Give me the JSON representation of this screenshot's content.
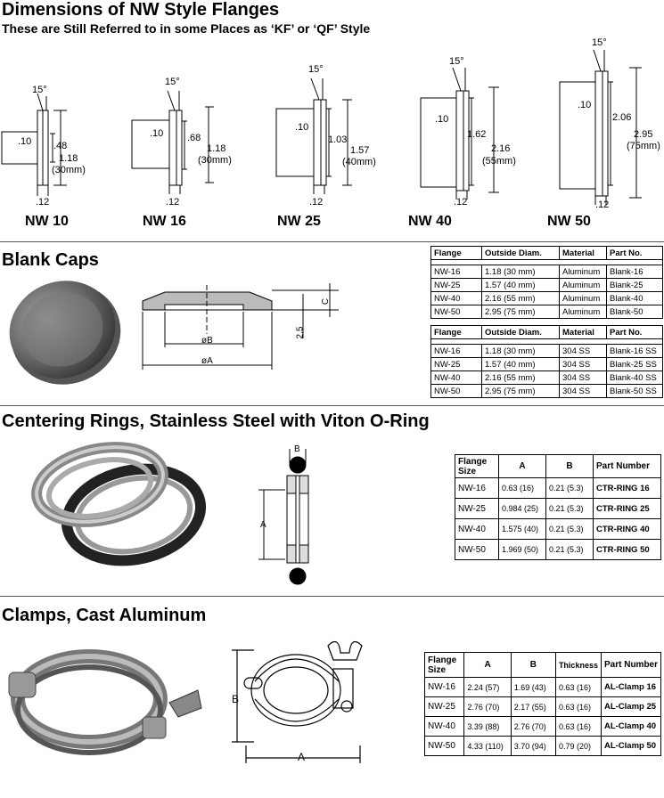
{
  "header": {
    "title": "Dimensions of NW Style Flanges",
    "subtitle": "These are Still Referred to in some Places as ‘KF’ or ‘QF’ Style"
  },
  "flanges": [
    {
      "label": "NW 10",
      "angle": "15°",
      "bore": ".10",
      "inner": ".48",
      "outer": "1.18",
      "outer_mm": "(30mm)",
      "thick": ".12"
    },
    {
      "label": "NW 16",
      "angle": "15°",
      "bore": ".10",
      "inner": ".68",
      "outer": "1.18",
      "outer_mm": "(30mm)",
      "thick": ".12"
    },
    {
      "label": "NW 25",
      "angle": "15°",
      "bore": ".10",
      "inner": "1.03",
      "outer": "1.57",
      "outer_mm": "(40mm)",
      "thick": ".12"
    },
    {
      "label": "NW 40",
      "angle": "15°",
      "bore": ".10",
      "inner": "1.62",
      "outer": "2.16",
      "outer_mm": "(55mm)",
      "thick": ".12"
    },
    {
      "label": "NW 50",
      "angle": "15°",
      "bore": ".10",
      "inner": "2.06",
      "outer": "2.95",
      "outer_mm": "(75mm)",
      "thick": ".12"
    }
  ],
  "blank_caps": {
    "title": "Blank Caps",
    "diagram_labels": {
      "b": "øB",
      "a": "øA",
      "c": "C",
      "depth": "2.5"
    },
    "headers": [
      "Flange",
      "Outside Diam.",
      "Material",
      "Part No."
    ],
    "aluminum": [
      [
        "NW-16",
        "1.18 (30 mm)",
        "Aluminum",
        "Blank-16"
      ],
      [
        "NW-25",
        "1.57 (40 mm)",
        "Aluminum",
        "Blank-25"
      ],
      [
        "NW-40",
        "2.16 (55 mm)",
        "Aluminum",
        "Blank-40"
      ],
      [
        "NW-50",
        "2.95 (75 mm)",
        "Aluminum",
        "Blank-50"
      ]
    ],
    "steel": [
      [
        "NW-16",
        "1.18 (30 mm)",
        "304 SS",
        "Blank-16 SS"
      ],
      [
        "NW-25",
        "1.57 (40 mm)",
        "304 SS",
        "Blank-25 SS"
      ],
      [
        "NW-40",
        "2.16 (55 mm)",
        "304 SS",
        "Blank-40 SS"
      ],
      [
        "NW-50",
        "2.95 (75 mm)",
        "304 SS",
        "Blank-50 SS"
      ]
    ]
  },
  "centering_rings": {
    "title": "Centering Rings, Stainless Steel with Viton O-Ring",
    "diagram_labels": {
      "a": "A",
      "b": "B"
    },
    "headers": [
      "Flange Size",
      "A",
      "B",
      "Part Number"
    ],
    "rows": [
      [
        "NW-16",
        "0.63 (16)",
        "0.21 (5.3)",
        "CTR-RING 16"
      ],
      [
        "NW-25",
        "0.984 (25)",
        "0.21 (5.3)",
        "CTR-RING 25"
      ],
      [
        "NW-40",
        "1.575 (40)",
        "0.21 (5.3)",
        "CTR-RING 40"
      ],
      [
        "NW-50",
        "1.969 (50)",
        "0.21 (5.3)",
        "CTR-RING 50"
      ]
    ]
  },
  "clamps": {
    "title": "Clamps, Cast Aluminum",
    "diagram_labels": {
      "a": "A",
      "b": "B"
    },
    "headers": [
      "Flange Size",
      "A",
      "B",
      "Thickness",
      "Part Number"
    ],
    "rows": [
      [
        "NW-16",
        "2.24 (57)",
        "1.69 (43)",
        "0.63 (16)",
        "AL-Clamp 16"
      ],
      [
        "NW-25",
        "2.76 (70)",
        "2.17 (55)",
        "0.63 (16)",
        "AL-Clamp 25"
      ],
      [
        "NW-40",
        "3.39 (88)",
        "2.76 (70)",
        "0.63 (16)",
        "AL-Clamp 40"
      ],
      [
        "NW-50",
        "4.33 (110)",
        "3.70 (94)",
        "0.79 (20)",
        "AL-Clamp 50"
      ]
    ]
  }
}
